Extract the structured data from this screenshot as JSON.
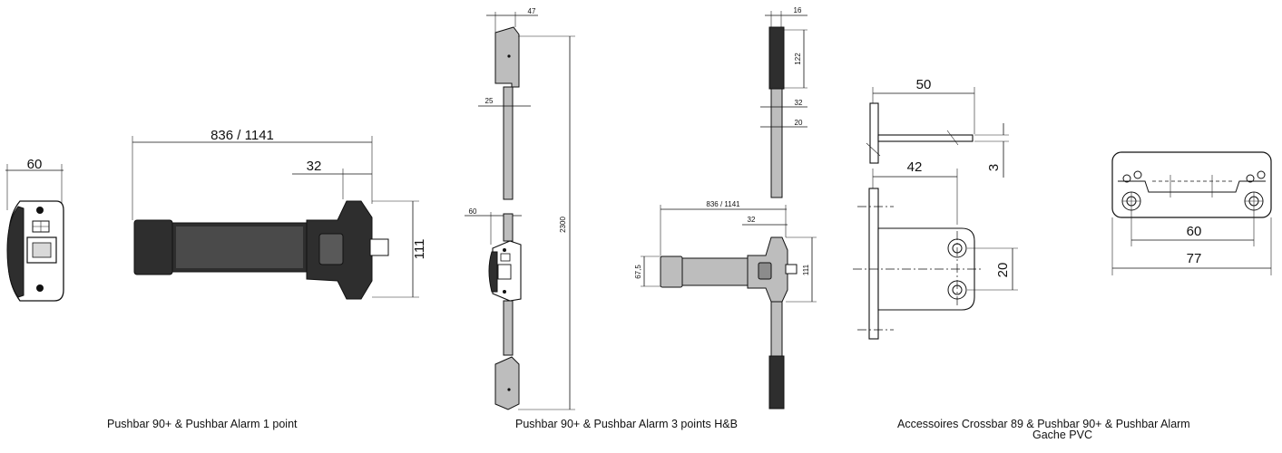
{
  "captions": {
    "one_point": "Pushbar 90+ & Pushbar Alarm 1 point",
    "three_points": "Pushbar 90+ & Pushbar Alarm 3 points H&B",
    "accessories_line1": "Accessoires Crossbar 89 & Pushbar 90+ & Pushbar Alarm",
    "accessories_line2": "Gache PVC"
  },
  "dims": {
    "side_width": "60",
    "bar_length": "836  /  1141",
    "bar_offset": "32",
    "bar_height": "111",
    "rod_width_top": "47",
    "rod_width": "25",
    "total_height": "2300",
    "head_width_3p": "60",
    "bar_length_3p": "836  /  1141",
    "bar_offset_3p": "32",
    "bar_height_3p": "111",
    "bar_depth_3p": "67,5",
    "rod_top_width": "16",
    "rod_top_length": "122",
    "rod_side_a": "32",
    "rod_side_b": "20",
    "bracket_width": "50",
    "bracket_thickness": "3",
    "bracket_depth": "42",
    "hole_spacing": "20",
    "plate_hole_spacing": "60",
    "plate_width": "77"
  },
  "colors": {
    "part_dark": "#2e2e2e",
    "part_light": "#bdbdbd",
    "part_mid": "#8c8c8c",
    "line": "#111111"
  }
}
